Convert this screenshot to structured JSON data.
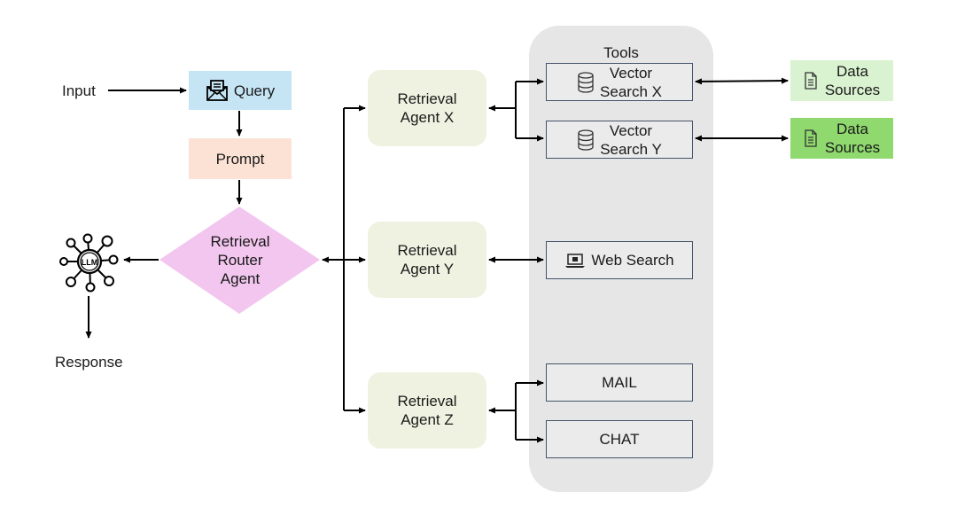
{
  "diagram": {
    "input_label": "Input",
    "query": {
      "label": "Query",
      "icon": "mail-icon"
    },
    "prompt": {
      "label": "Prompt"
    },
    "router": {
      "lines": [
        "Retrieval",
        "Router",
        "Agent"
      ]
    },
    "llm": {
      "label": "LLM",
      "icon": "llm-network-icon"
    },
    "response_label": "Response",
    "agents": [
      {
        "lines": [
          "Retrieval",
          "Agent X"
        ]
      },
      {
        "lines": [
          "Retrieval",
          "Agent Y"
        ]
      },
      {
        "lines": [
          "Retrieval",
          "Agent Z"
        ]
      }
    ],
    "tools_title": "Tools",
    "tools": {
      "vector_x": {
        "lines": [
          "Vector",
          "Search X"
        ],
        "icon": "database-icon"
      },
      "vector_y": {
        "lines": [
          "Vector",
          "Search Y"
        ],
        "icon": "database-icon"
      },
      "web": {
        "label": "Web Search",
        "icon": "laptop-icon"
      },
      "mail": {
        "label": "MAIL"
      },
      "chat": {
        "label": "CHAT"
      }
    },
    "data_sources": [
      {
        "lines": [
          "Data",
          "Sources"
        ],
        "icon": "document-icon",
        "color": "#d9f2d0"
      },
      {
        "lines": [
          "Data",
          "Sources"
        ],
        "icon": "document-icon",
        "color": "#8fd96f"
      }
    ],
    "colors": {
      "query": "#c5e4f4",
      "prompt": "#fbe2d5",
      "router": "#f2c6ee",
      "agent": "#f0f2e1",
      "tools_panel": "#e6e6e6",
      "tool_border": "#44546a"
    }
  }
}
